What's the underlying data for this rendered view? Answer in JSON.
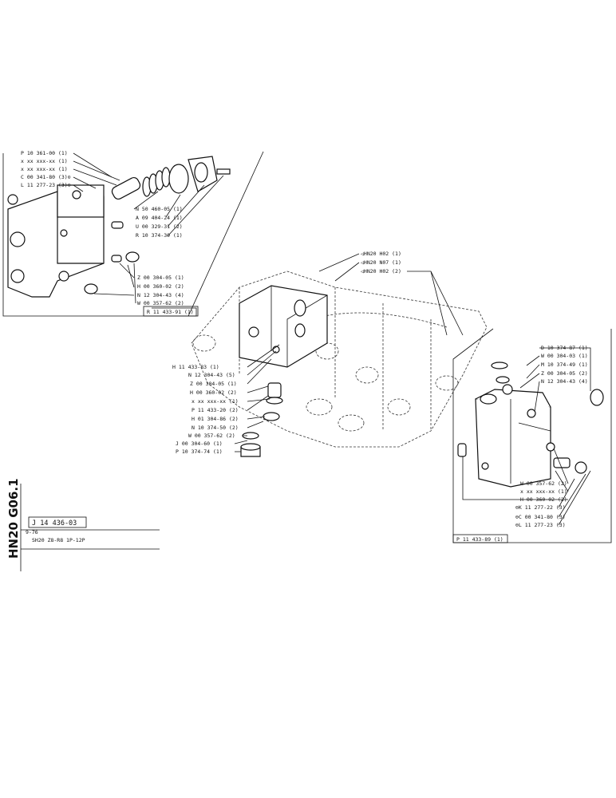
{
  "sheet": {
    "code": "HN20 G06.1",
    "ref": "J 14 436-03",
    "date": "9-76",
    "title": "SH20 Z8-R8 1P-12P"
  },
  "left_group": {
    "assembly": "R 11 433-91 (1)",
    "labels": [
      "P 10 361-00 (1)",
      "x xx xxx-xx (1)",
      "x xx xxx-xx (1)",
      "C 00 341-80 (3)⊙",
      "L 11 277-23 (3)⊙",
      "N 50 460-05 (1)",
      "A 09 404-24 (1)",
      "U 00 329-31 (2)",
      "R 10 374-30 (1)",
      "Z 00 304-05 (1)",
      "H 00 360-02 (2)",
      "N 12 304-43 (4)",
      "W 00 357-62 (2)"
    ]
  },
  "valve_refs": [
    "◁HN20 H02 (1)",
    "◁HN20 N07 (1)",
    "◁HN20 H02 (2)"
  ],
  "center_labels": [
    "H 11 433-83 (1)",
    "N 12 304-43 (5)",
    "Z 00 304-05 (1)",
    "H 00 360-02 (2)",
    "x xx xxx-xx (1)",
    "P 11 433-20 (2)",
    "H 01 304-86 (2)",
    "N 10 374-50 (2)",
    "W 00 357-62 (2)",
    "J 00 304-60 (1)",
    "P 10 374-74 (1)"
  ],
  "right_group": {
    "assembly": "P 11 433-89 (1)",
    "labels": [
      "D 10 374-87 (1)",
      "W 00 304-03 (1)",
      "M 10 374-49 (1)",
      "Z 00 304-05 (2)",
      "N 12 304-43 (4)",
      "W 00 357-62 (2)",
      "x xx xxx-xx (1)",
      "H 00 360-02 (2)",
      "⊖K 11 277-22 (3)",
      "⊖C 00 341-80 (3)",
      "⊖L 11 277-23 (3)"
    ]
  }
}
